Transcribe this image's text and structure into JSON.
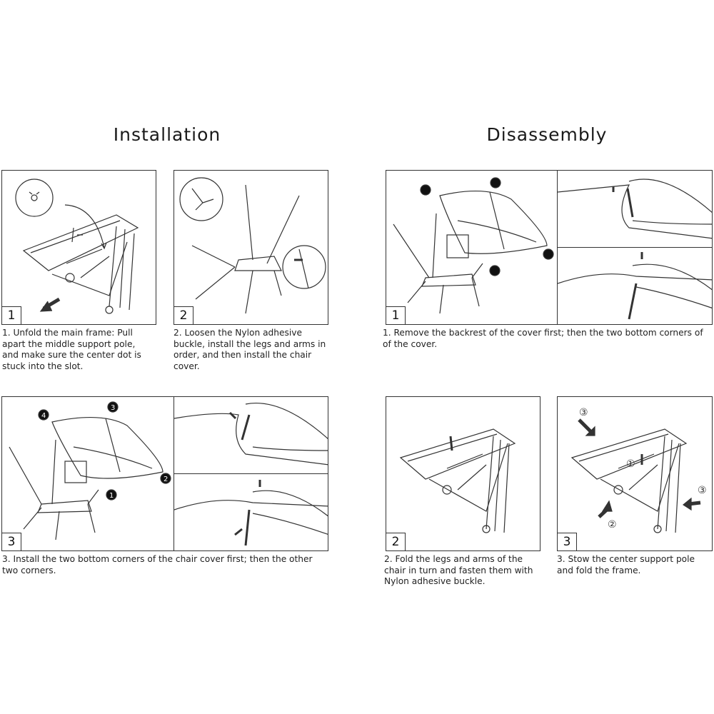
{
  "installation": {
    "title": "Installation",
    "steps": [
      {
        "number": "1",
        "caption": "1. Unfold the main frame: Pull apart the middle support pole, and make sure the center dot is stuck into the slot."
      },
      {
        "number": "2",
        "caption": "2.  Loosen the Nylon adhesive buckle, install the legs and arms in order, and then install the chair cover."
      },
      {
        "number": "3",
        "caption": "3. Install the two bottom corners of the chair cover first;  then the other two corners."
      }
    ]
  },
  "disassembly": {
    "title": "Disassembly",
    "steps": [
      {
        "number": "1",
        "caption": "1. Remove the backrest of the cover first;  then the two bottom corners of of the cover."
      },
      {
        "number": "2",
        "caption": "2. Fold the legs and arms of the chair in turn and fasten them with Nylon adhesive buckle."
      },
      {
        "number": "3",
        "caption": "3. Stow the center support pole and fold the frame."
      }
    ]
  },
  "callouts": {
    "one": "1",
    "two": "2",
    "three": "3",
    "four": "4",
    "c1": "①",
    "c2": "②",
    "c3": "③"
  }
}
